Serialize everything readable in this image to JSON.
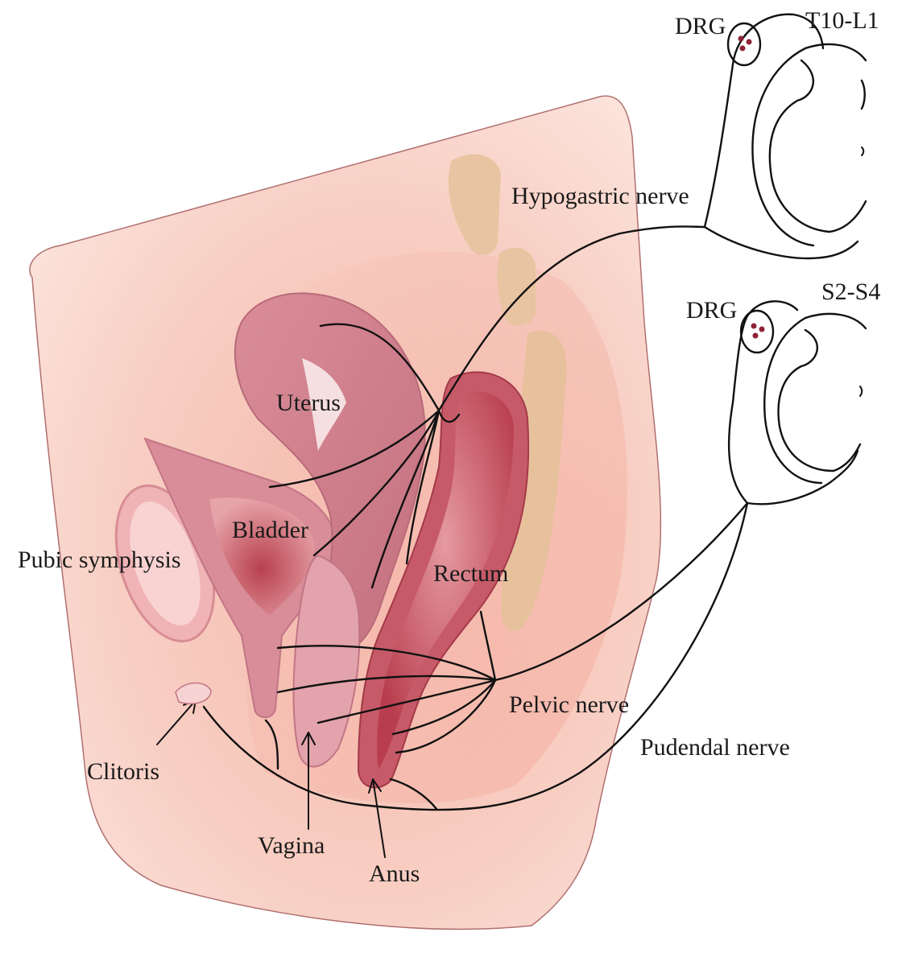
{
  "figure": {
    "labels": {
      "drg_upper": "DRG",
      "t10_l1": "T10-L1",
      "drg_lower": "DRG",
      "s2_s4": "S2-S4",
      "hypogastric_nerve": "Hypogastric nerve",
      "uterus": "Uterus",
      "bladder": "Bladder",
      "pubic_symphysis": "Pubic symphysis",
      "rectum": "Rectum",
      "pelvic_nerve": "Pelvic nerve",
      "pudendal_nerve": "Pudendal nerve",
      "clitoris": "Clitoris",
      "vagina": "Vagina",
      "anus": "Anus"
    },
    "colors": {
      "body_light": "#fbe3dc",
      "body_mid": "#f6c2b4",
      "organ_pink": "#d8909a",
      "organ_dark": "#b0404f",
      "spine_tan": "#e7c2a0",
      "outline": "#111111"
    }
  }
}
